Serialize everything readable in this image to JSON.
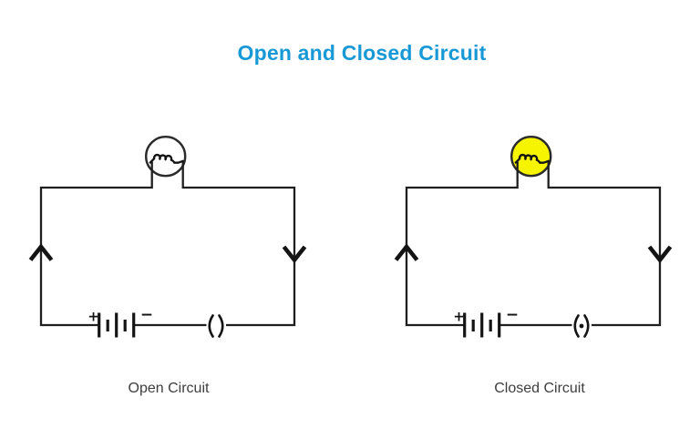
{
  "title": {
    "text": "Open and Closed Circuit",
    "color": "#1899D6"
  },
  "circuits": [
    {
      "name": "open-circuit",
      "label": "Open Circuit",
      "bulb_state": "off",
      "bulb_fill": "#FFFFFF",
      "switch_state": "open",
      "switch_dot_display": "none"
    },
    {
      "name": "closed-circuit",
      "label": "Closed Circuit",
      "bulb_state": "on",
      "bulb_fill": "#F7F400",
      "switch_state": "closed",
      "switch_dot_display": "inline"
    }
  ],
  "battery": {
    "plus": "+",
    "minus": "−"
  },
  "icons": {
    "left-side-arrow": "chevron-up",
    "right-side-arrow": "chevron-down",
    "bulb": "light-bulb",
    "battery": "multi-cell-battery",
    "switch_open": "open-contact",
    "switch_closed": "closed-contact"
  },
  "colors": {
    "wire": "#1F1F1F",
    "label_text": "#3D3D3D",
    "title_blue": "#1899D6",
    "bulb_on_yellow": "#F7F400",
    "bulb_off_white": "#FFFFFF"
  }
}
